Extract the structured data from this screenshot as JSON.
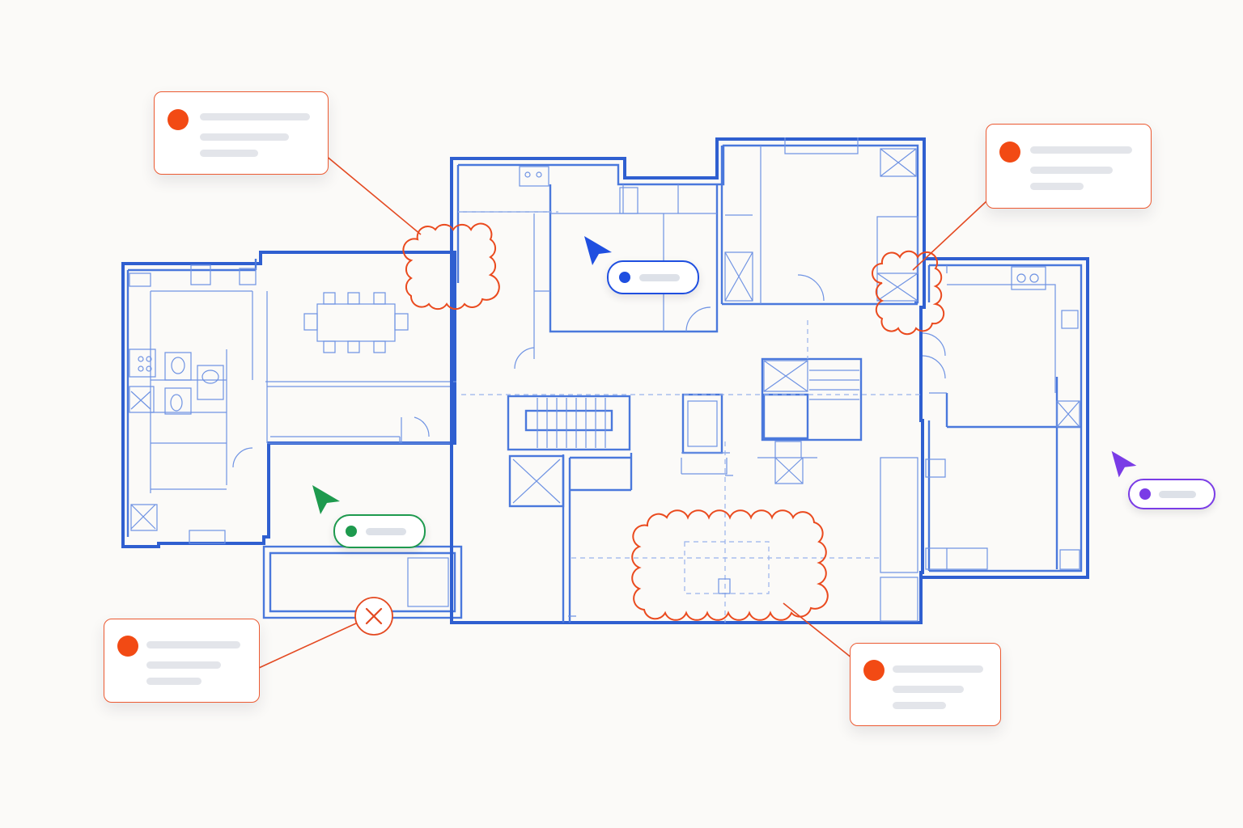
{
  "colors": {
    "background": "#fbfaf8",
    "blueprint": "#2f5fd0",
    "annotation": "#ea4a1e",
    "cursor_blue": "#1f4fe0",
    "cursor_green": "#1e9a4e",
    "cursor_purple": "#7a3ce6"
  },
  "canvas": {
    "content": "floor-plan",
    "markup_type": "revision-clouds"
  },
  "annotations": [
    {
      "id": "note-top-left",
      "marker": "red-dot",
      "lines": 3
    },
    {
      "id": "note-top-right",
      "marker": "red-dot",
      "lines": 3
    },
    {
      "id": "note-bottom-left",
      "marker": "red-dot",
      "lines": 3
    },
    {
      "id": "note-bottom-right",
      "marker": "red-dot",
      "lines": 3
    }
  ],
  "collaborators": [
    {
      "id": "cursor-blue",
      "color": "#1f4fe0",
      "icon": "pointer-arrow-icon"
    },
    {
      "id": "cursor-green",
      "color": "#1e9a4e",
      "icon": "pointer-arrow-icon"
    },
    {
      "id": "cursor-purple",
      "color": "#7a3ce6",
      "icon": "pointer-arrow-icon"
    }
  ],
  "markers": [
    {
      "id": "reject-marker",
      "icon": "close-icon"
    }
  ]
}
